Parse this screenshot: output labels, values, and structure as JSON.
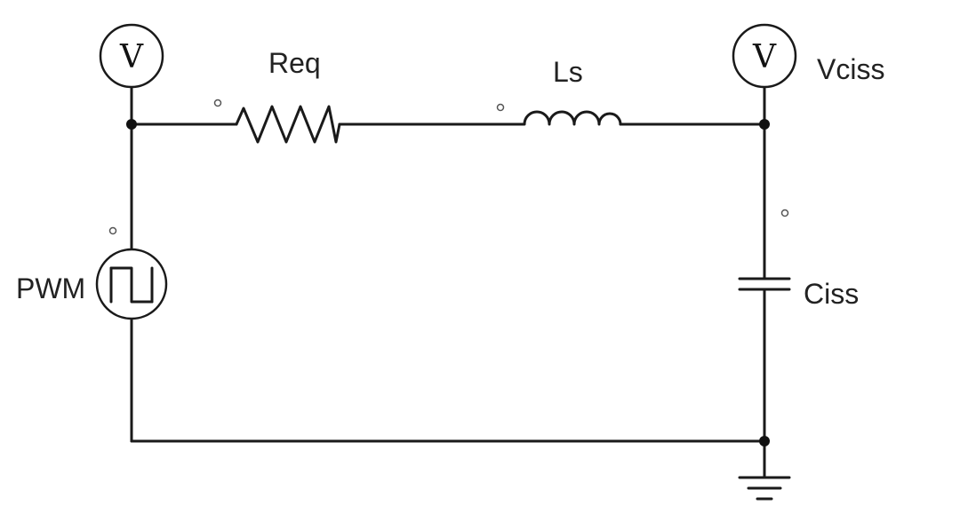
{
  "labels": {
    "resistor": "Req",
    "inductor": "Ls",
    "voltmeter_right": "Vciss",
    "source": "PWM",
    "capacitor": "Ciss"
  },
  "meters": {
    "left_letter": "V",
    "right_letter": "V"
  },
  "colors": {
    "wire": "#1a1a1a",
    "background": "#ffffff"
  }
}
